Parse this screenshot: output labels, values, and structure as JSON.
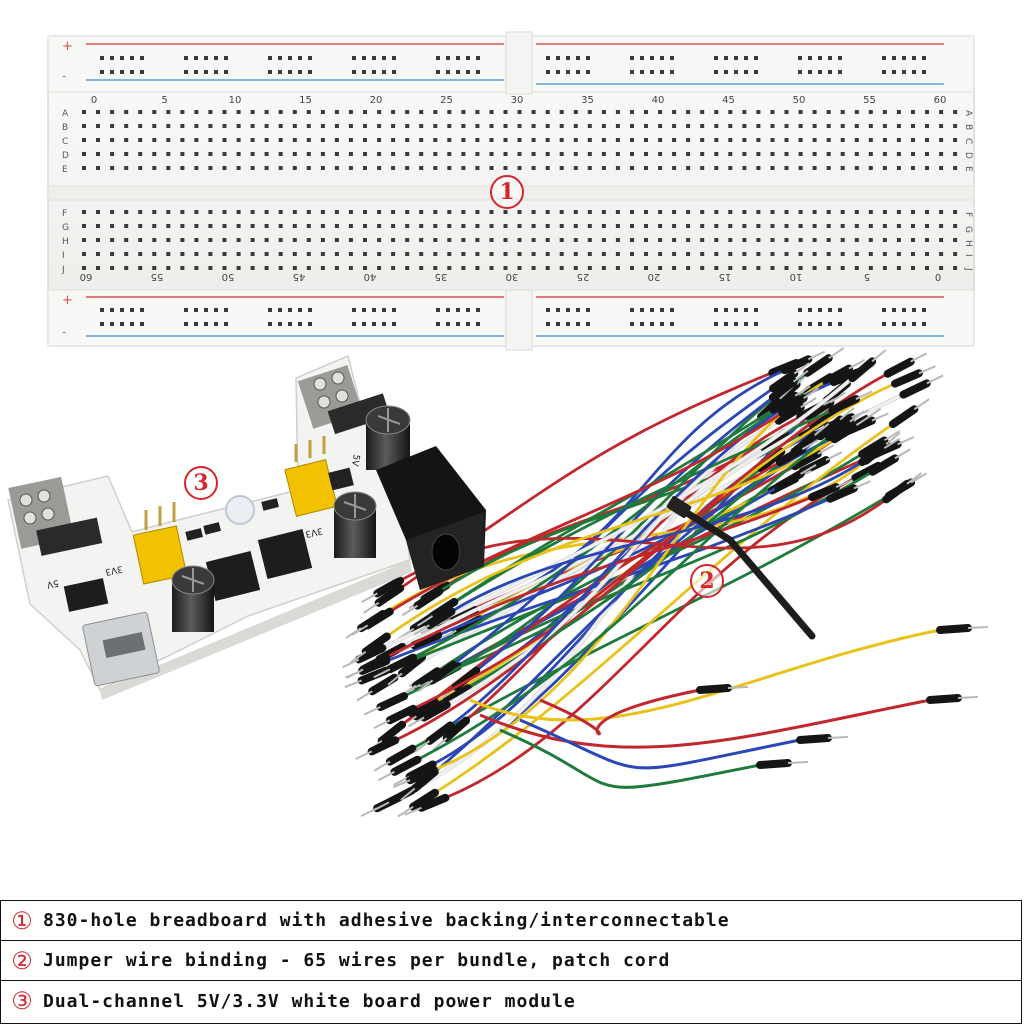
{
  "markers": {
    "breadboard": "1",
    "wires": "2",
    "power_module": "3"
  },
  "breadboard": {
    "row_labels_top": [
      "A",
      "B",
      "C",
      "D",
      "E"
    ],
    "row_labels_bottom": [
      "F",
      "G",
      "H",
      "I",
      "J"
    ],
    "column_numbers": [
      "0",
      "5",
      "10",
      "15",
      "20",
      "25",
      "30",
      "35",
      "40",
      "45",
      "50",
      "55",
      "60"
    ],
    "column_numbers_bottom": [
      "60",
      "55",
      "50",
      "45",
      "40",
      "35",
      "30",
      "25",
      "20",
      "15",
      "10",
      "5",
      "0"
    ],
    "rail_plus": "+",
    "rail_minus": "-"
  },
  "power_module": {
    "label_5v": "5V",
    "label_3v3": "3V3"
  },
  "legend": [
    {
      "num": "①",
      "text": "830-hole breadboard with adhesive backing/interconnectable"
    },
    {
      "num": "②",
      "text": "Jumper wire binding - 65 wires per bundle, patch cord"
    },
    {
      "num": "③",
      "text": "Dual-channel 5V/3.3V white board power module"
    }
  ],
  "colors": {
    "board": "#f4f4f2",
    "hole": "#3a3a3a",
    "rail_red": "#d9534f",
    "rail_blue": "#5aa0d8",
    "wire_blue": "#2a47b5",
    "wire_green": "#1f7a3c",
    "wire_red": "#c1272d",
    "wire_yellow": "#e8c21a",
    "wire_white": "#f0f0f0",
    "marker": "#d4262b"
  }
}
